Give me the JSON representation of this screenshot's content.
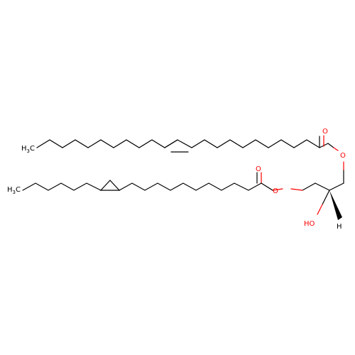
{
  "atoms": {
    "methyl_top": "H3C",
    "methyl_top_main": "H",
    "methyl_top_sub": "3",
    "methyl_top_tail": "C",
    "methyl_bottom_main": "H",
    "methyl_bottom_sub": "3",
    "methyl_bottom_tail": "C",
    "carbonyl_o_top": "O",
    "ester_o_top": "O",
    "carbonyl_o_bottom": "O",
    "ester_o_bottom": "O",
    "hydroxyl": "HO",
    "stereo_h": "H"
  },
  "colors": {
    "bond": "#000000",
    "oxygen": "#ff0000"
  }
}
